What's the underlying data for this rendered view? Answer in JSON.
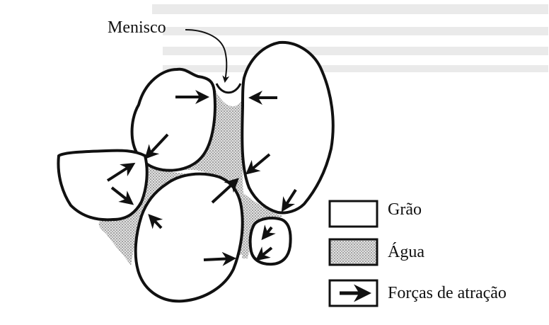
{
  "labels": {
    "meniscus": "Menisco",
    "grain": "Grão",
    "water": "Água",
    "forces": "Forças de atração"
  },
  "colors": {
    "ink": "#111111",
    "water_fill": "#c9c9c9",
    "grain_fill": "#ffffff"
  }
}
